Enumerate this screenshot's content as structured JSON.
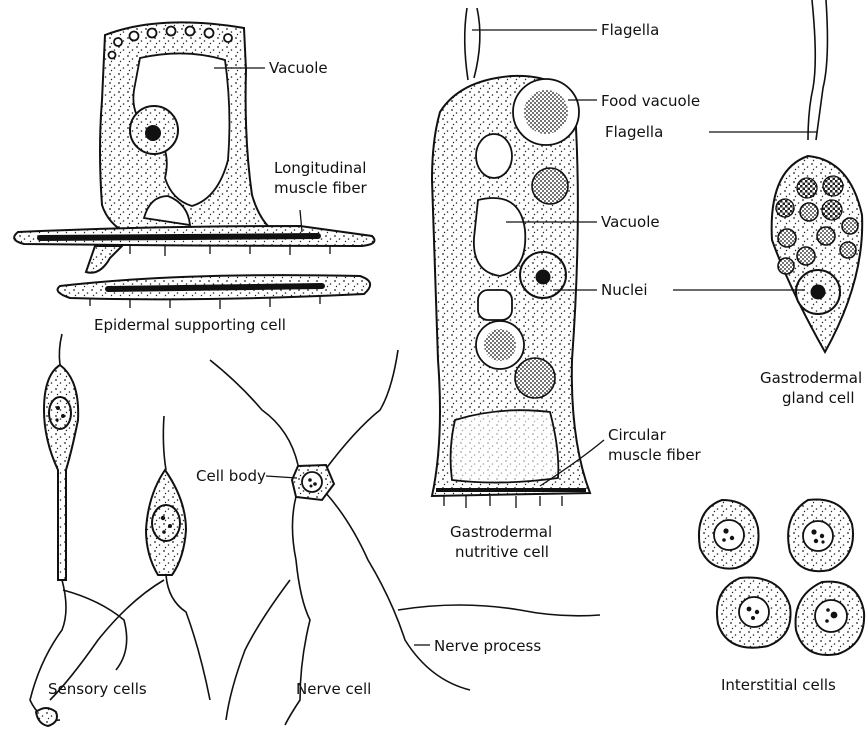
{
  "labels": {
    "flagella_top": "Flagella",
    "food_vacuole": "Food vacuole",
    "flagella_gland": "Flagella",
    "vacuole_epidermal": "Vacuole",
    "longitudinal_1": "Longitudinal",
    "longitudinal_2": "muscle fiber",
    "epidermal_caption": "Epidermal supporting cell",
    "vacuole_nutritive": "Vacuole",
    "nuclei": "Nuclei",
    "gland_caption_1": "Gastrodermal",
    "gland_caption_2": "gland cell",
    "circular_1": "Circular",
    "circular_2": "muscle fiber",
    "cell_body": "Cell body",
    "nutritive_caption_1": "Gastrodermal",
    "nutritive_caption_2": "nutritive cell",
    "nerve_process": "Nerve process",
    "sensory_caption": "Sensory cells",
    "nerve_caption": "Nerve cell",
    "interstitial_caption": "Interstitial cells"
  }
}
